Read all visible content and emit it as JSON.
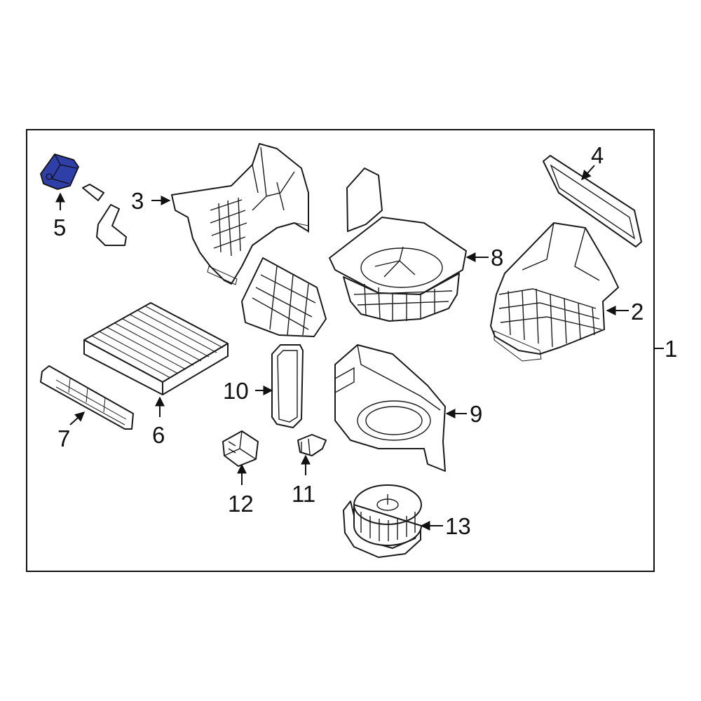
{
  "colors": {
    "highlight": "#2E3FA8",
    "line": "#1a1a1a",
    "background": "#ffffff"
  },
  "callouts": {
    "c1": "1",
    "c2": "2",
    "c3": "3",
    "c4": "4",
    "c5": "5",
    "c6": "6",
    "c7": "7",
    "c8": "8",
    "c9": "9",
    "c10": "10",
    "c11": "11",
    "c12": "12",
    "c13": "13"
  }
}
